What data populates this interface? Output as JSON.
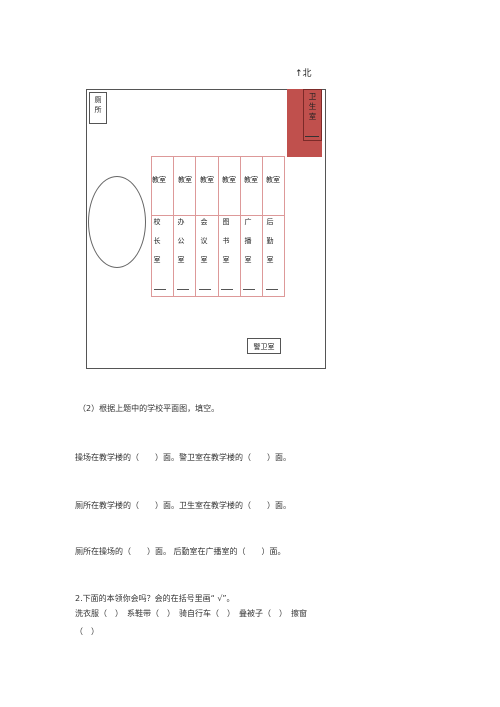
{
  "map": {
    "north_label": "↑北",
    "toilet_label_line1": "厕",
    "toilet_label_line2": "所",
    "clinic_line1": "卫",
    "clinic_line2": "生",
    "clinic_line3": "室",
    "classrooms": [
      "教室",
      "教室",
      "教室",
      "教室",
      "教室",
      "教室"
    ],
    "offices": [
      [
        "校",
        "长",
        "室"
      ],
      [
        "办",
        "公",
        "室"
      ],
      [
        "会",
        "议",
        "室"
      ],
      [
        "图",
        "书",
        "室"
      ],
      [
        "广",
        "播",
        "室"
      ],
      [
        "后",
        "勤",
        "室"
      ]
    ],
    "guard_label": "警卫室"
  },
  "questions": {
    "intro": "（2）根据上题中的学校平面图，填空。",
    "q1": "操场在教学楼的（　　）面。警卫室在教学楼的（　　）面。",
    "q2": "厕所在教学楼的（　　）面。卫生室在教学楼的（　　）面。",
    "q3": "厕所在操场的（　　）面。 后勤室在广播室的（　　）面。",
    "section2_title": "2.下面的本领你会吗？会的在括号里画“ √”。",
    "section2_line1": "洗衣服（　）　系鞋带（　）　骑自行车（　）　叠被子（　）　擦窗",
    "section2_line2": "（　）"
  }
}
